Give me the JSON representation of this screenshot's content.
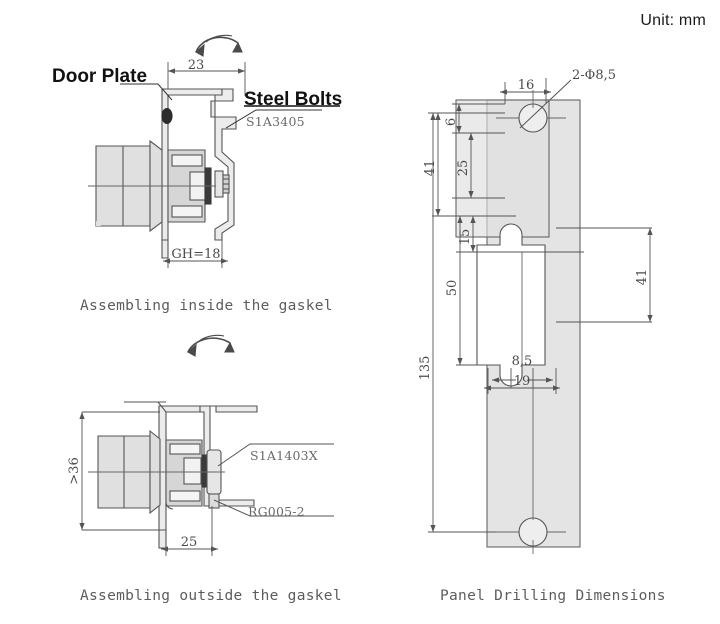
{
  "meta": {
    "unit_label": "Unit: mm",
    "stroke_color": "#555555",
    "fill_color": "#e3e3e3",
    "text_color": "#5d5d5d",
    "bold_text_color": "#111111"
  },
  "captions": {
    "inside": "Assembling inside the gaskel",
    "outside": "Assembling outside the gaskel",
    "panel": "Panel Drilling Dimensions"
  },
  "view_inside": {
    "label_door_plate": "Door Plate",
    "label_steel_bolts": "Steel Bolts",
    "part_code": "S1A3405",
    "dim_top": "23",
    "dim_bottom": "GH=18"
  },
  "view_outside": {
    "part_code_upper": "S1A1403X",
    "part_code_lower": "RG005-2",
    "dim_left": ">36",
    "dim_bottom": "25"
  },
  "view_panel": {
    "dim_hole_offset": "16",
    "dim_hole_spec": "2-Φ8,5",
    "dim_top_edge": "6",
    "dim_25": "25",
    "dim_41_left": "41",
    "dim_15": "15",
    "dim_50": "50",
    "dim_41_right": "41",
    "dim_135": "135",
    "dim_slot_width_inner": "8,5",
    "dim_slot_width_outer": "19"
  }
}
